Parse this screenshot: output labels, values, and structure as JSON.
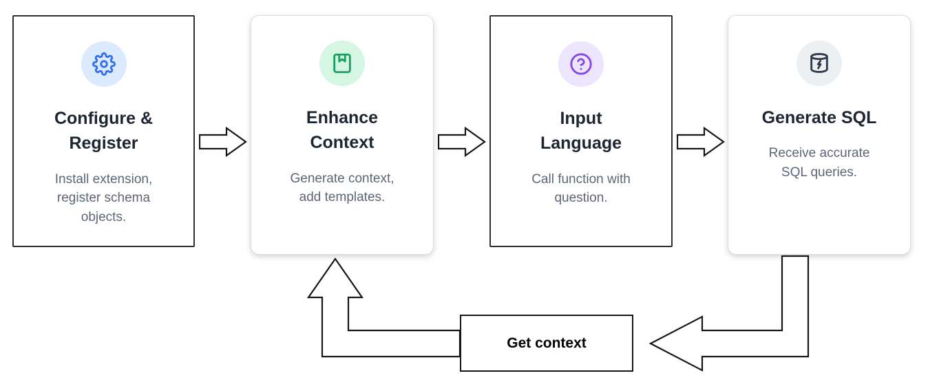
{
  "diagram": {
    "steps": [
      {
        "title": "Configure &\nRegister",
        "description": "Install extension,\nregister schema\nobjects.",
        "icon": "gear-icon",
        "icon_color": "#2f6fed",
        "icon_bg": "#dbeafe"
      },
      {
        "title": "Enhance\nContext",
        "description": "Generate context,\nadd templates.",
        "icon": "book-bookmark-icon",
        "icon_color": "#18a05e",
        "icon_bg": "#d5f6e3"
      },
      {
        "title": "Input\nLanguage",
        "description": "Call function with\nquestion.",
        "icon": "question-circle-icon",
        "icon_color": "#8247e5",
        "icon_bg": "#ece5fd"
      },
      {
        "title": "Generate SQL",
        "description": "Receive accurate\nSQL queries.",
        "icon": "database-bolt-icon",
        "icon_color": "#2f3a4a",
        "icon_bg": "#edf0f3"
      }
    ],
    "loop": {
      "label": "Get context"
    }
  }
}
